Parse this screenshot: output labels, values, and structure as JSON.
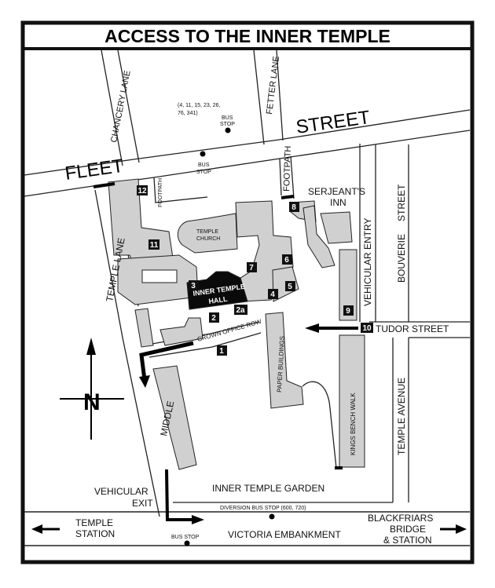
{
  "title": "ACCESS TO THE INNER TEMPLE",
  "streets": {
    "fleet": "FLEET",
    "street": "STREET",
    "chancery_lane": "CHANCERY LANE",
    "fetter_lane": "FETTER LANE",
    "temple_lane": "TEMPLE LANE",
    "middle": "MIDDLE",
    "bouverie": "BOUVERIE",
    "street_vertical": "STREET",
    "tudor_street": "TUDOR STREET",
    "temple_avenue": "TEMPLE AVENUE",
    "victoria_embankment": "VICTORIA EMBANKMENT",
    "crown_office_row": "CROWN OFFICE ROW",
    "footpath_left": "FOOTPATH",
    "footpath_right": "FOOTPATH",
    "vehicular_entry": "VEHICULAR ENTRY",
    "kings_bench_walk": "KINGS BENCH WALK",
    "paper_buildings": "PAPER BUILDINGS"
  },
  "places": {
    "serjeants_inn_line1": "SERJEANT'S",
    "serjeants_inn_line2": "INN",
    "temple_church_line1": "TEMPLE",
    "temple_church_line2": "CHURCH",
    "inner_temple_hall_line1": "INNER TEMPLE",
    "inner_temple_hall_line2": "HALL",
    "inner_temple_garden": "INNER TEMPLE GARDEN",
    "vehicular_exit_line1": "VEHICULAR",
    "vehicular_exit_line2": "EXIT",
    "temple_station_line1": "TEMPLE",
    "temple_station_line2": "STATION",
    "blackfriars_line1": "BLACKFRIARS",
    "blackfriars_line2": "BRIDGE",
    "blackfriars_line3": "& STATION",
    "north": "N"
  },
  "bus": {
    "routes_line1": "(4, 11, 15, 23, 26,",
    "routes_line2": "76, 341)",
    "stop_fleet_top_line1": "BUS",
    "stop_fleet_top_line2": "STOP",
    "stop_fleet_lower_line1": "BUS",
    "stop_fleet_lower_line2": "STOP",
    "diversion": "DIVERSION BUS STOP (600, 720)",
    "stop_embankment": "BUS STOP"
  },
  "markers": [
    "1",
    "2",
    "2a",
    "3",
    "4",
    "5",
    "6",
    "7",
    "8",
    "9",
    "10",
    "11",
    "12"
  ]
}
